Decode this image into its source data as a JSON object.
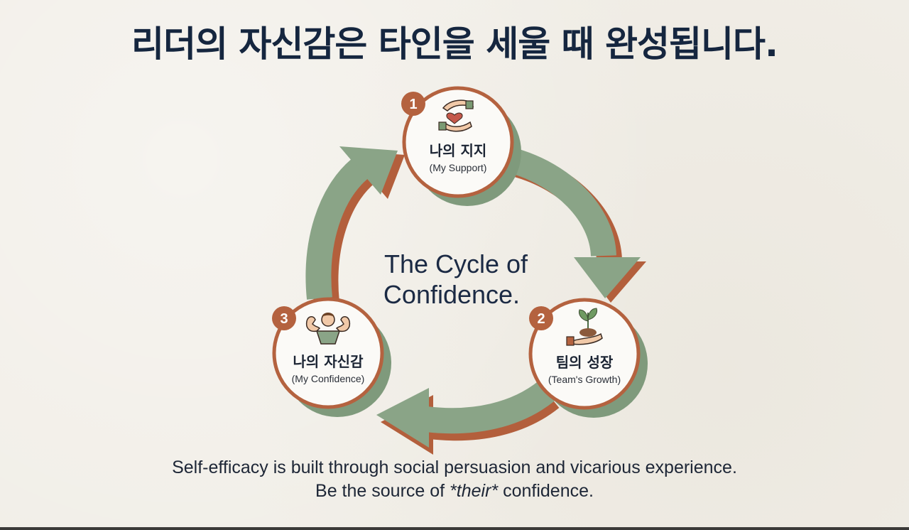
{
  "title": "리더의 자신감은 타인을 세울 때 완성됩니다.",
  "center_text": {
    "line1": "The Cycle of",
    "line2": "Confidence."
  },
  "nodes": [
    {
      "number": "1",
      "title": "나의 지지",
      "subtitle": "(My Support)",
      "icon": "caring-hands-heart-icon"
    },
    {
      "number": "2",
      "title": "팀의 성장",
      "subtitle": "(Team's Growth)",
      "icon": "hand-sprout-icon"
    },
    {
      "number": "3",
      "title": "나의 자신감",
      "subtitle": "(My Confidence)",
      "icon": "flexing-person-icon"
    }
  ],
  "caption": {
    "line1": "Self-efficacy is built through social persuasion and vicarious experience.",
    "line2_prefix": "Be the source of ",
    "line2_emphasis": "*their*",
    "line2_suffix": " confidence."
  },
  "colors": {
    "title": "#15263f",
    "arrow_green": "#8aa487",
    "arrow_rust": "#b35f3c",
    "badge": "#b4623f",
    "node_ring": "#b4623f",
    "node_fill": "#fbfaf7"
  }
}
